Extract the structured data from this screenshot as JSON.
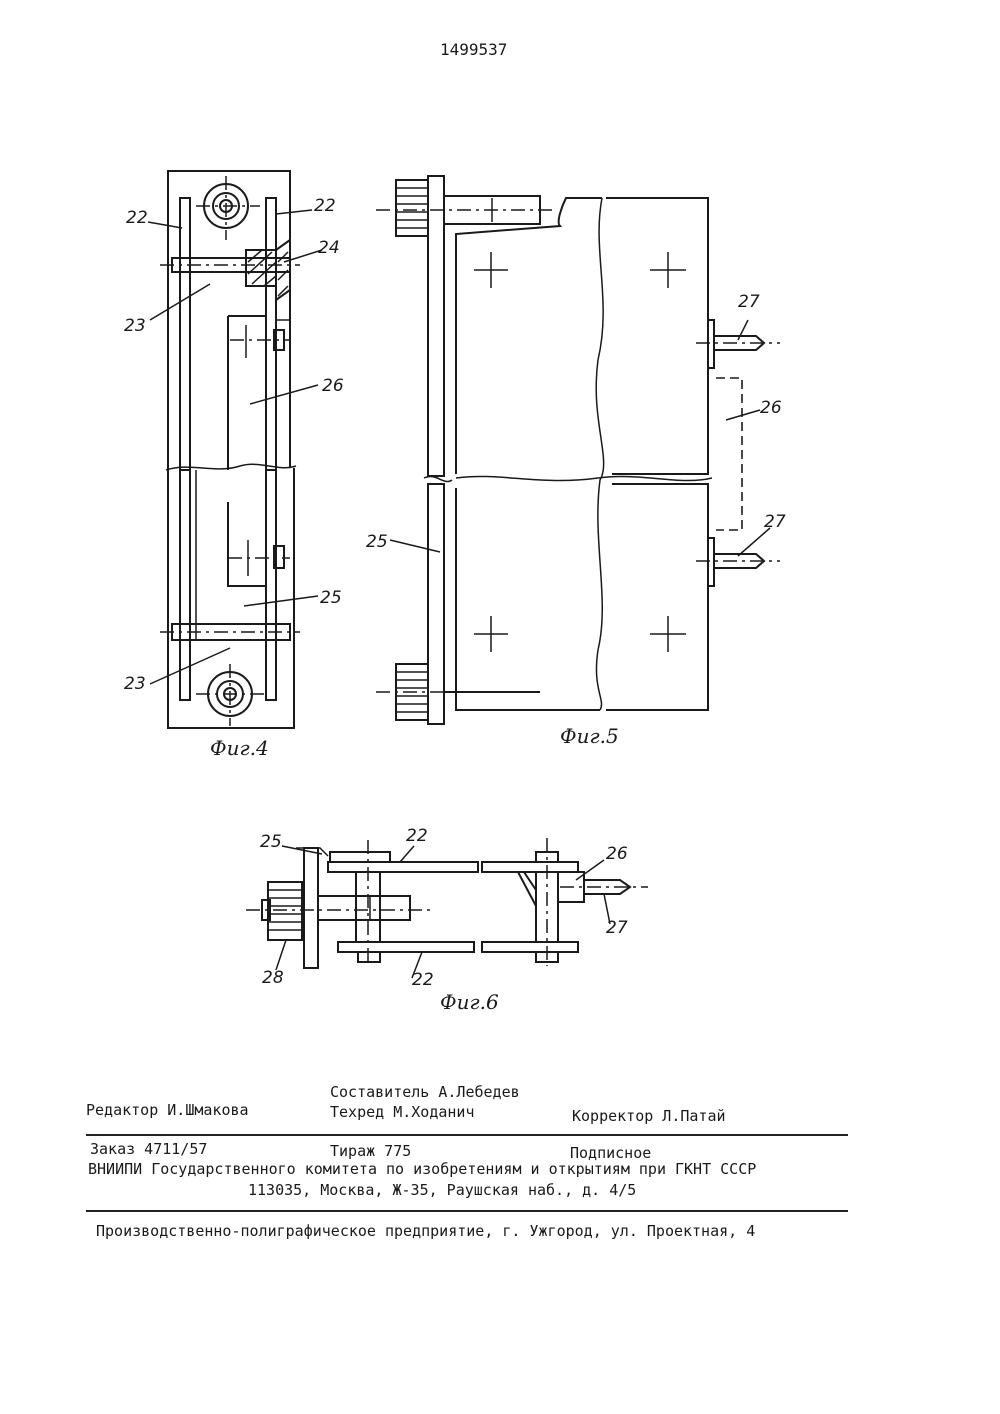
{
  "header": {
    "patent_number": "1499537"
  },
  "figures": {
    "fig4": {
      "caption": "Фиг.4",
      "labels": {
        "a": "22",
        "b": "22",
        "c": "24",
        "d": "23",
        "e": "26",
        "f": "25",
        "g": "23"
      }
    },
    "fig5": {
      "caption": "Фиг.5",
      "labels": {
        "a": "27",
        "b": "26",
        "c": "27",
        "d": "25"
      }
    },
    "fig6": {
      "caption": "Фиг.6",
      "labels": {
        "a": "25",
        "b": "22",
        "c": "26",
        "d": "27",
        "e": "28",
        "f": "22"
      }
    }
  },
  "footer": {
    "compiler": "Составитель А.Лебедев",
    "editor": "Редактор И.Шмакова",
    "techred": "Техред М.Ходанич",
    "corrector": "Корректор Л.Патай",
    "order": "Заказ 4711/57",
    "circulation": "Тираж 775",
    "subscription": "Подписное",
    "org_line": "ВНИИПИ Государственного комитета по изобретениям и открытиям при ГКНТ СССР",
    "address": "113035, Москва, Ж-35, Раушская наб., д. 4/5",
    "printer": "Производственно-полиграфическое предприятие, г. Ужгород, ул. Проектная, 4"
  }
}
